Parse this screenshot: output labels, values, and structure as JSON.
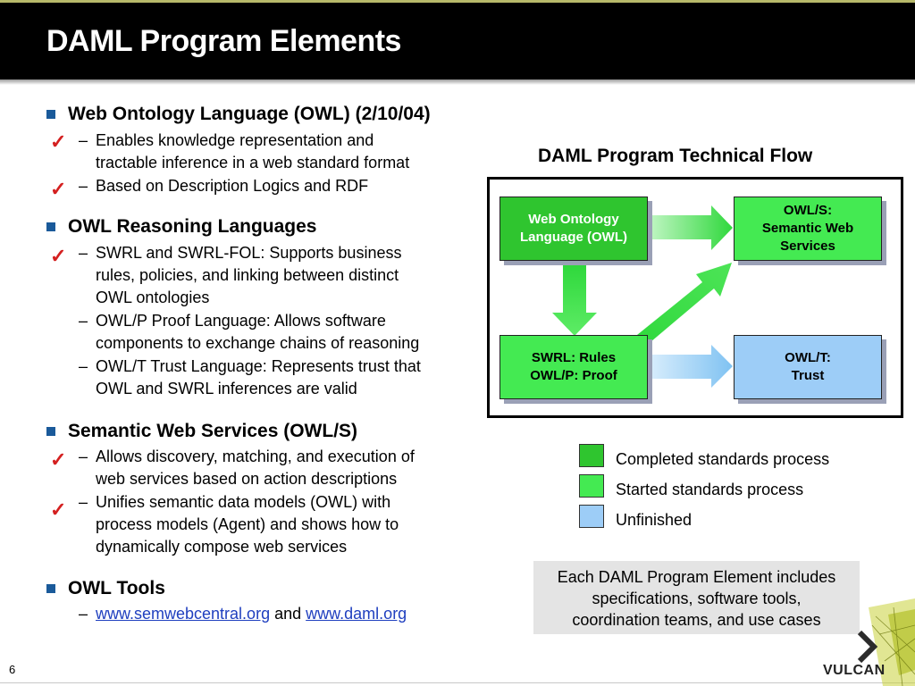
{
  "slide": {
    "title": "DAML Program Elements",
    "number": "6"
  },
  "bullets": [
    {
      "text": "Web Ontology Language (OWL)  (2/10/04)",
      "subs": [
        {
          "l1": "Enables knowledge representation and",
          "l2": "tractable inference in a web standard format",
          "checked": true
        },
        {
          "l1": "Based on Description Logics and RDF",
          "checked": true
        }
      ]
    },
    {
      "text": "OWL Reasoning Languages",
      "subs": [
        {
          "l1": "SWRL and SWRL-FOL: Supports business",
          "l2": "rules, policies, and linking between distinct",
          "l3": "OWL ontologies",
          "checked": true
        },
        {
          "l1": "OWL/P Proof Language:  Allows software",
          "l2": "components to exchange chains of reasoning",
          "checked": false
        },
        {
          "l1": "OWL/T Trust Language:  Represents trust that",
          "l2": "OWL and SWRL inferences are valid",
          "checked": false
        }
      ]
    },
    {
      "text": "Semantic Web Services (OWL/S)",
      "subs": [
        {
          "l1": "Allows discovery, matching, and execution of",
          "l2": "web services based on action descriptions",
          "checked": true
        },
        {
          "l1": "Unifies semantic data models (OWL) with",
          "l2": "process models (Agent) and shows how to",
          "l3": "dynamically compose web services",
          "checked": true
        }
      ]
    },
    {
      "text": "OWL Tools",
      "links": {
        "link1": "www.semwebcentral.org",
        "joiner": "and",
        "link2": "www.daml.org"
      }
    }
  ],
  "check_glyph": "✓",
  "diagram": {
    "title": "DAML Program Technical Flow",
    "nodes": {
      "owl": "Web Ontology\nLanguage (OWL)",
      "owls": "OWL/S:\nSemantic Web\nServices",
      "swrl": "SWRL: Rules\nOWL/P: Proof",
      "owlt": "OWL/T:\nTrust"
    }
  },
  "legend": [
    {
      "label": "Completed standards process",
      "color": "#2fc52f"
    },
    {
      "label": "Started standards process",
      "color": "#44ea52"
    },
    {
      "label": "Unfinished",
      "color": "#9dcdf7"
    }
  ],
  "note": "Each DAML Program Element includes\nspecifications, software tools,\ncoordination teams, and use cases",
  "logo": {
    "text": "VULCAN",
    "icon": "vulcan-logo-icon"
  },
  "colors": {
    "header_bg": "#000000",
    "bullet_square": "#1a5a9a",
    "check": "#d42020",
    "completed": "#2fc52f",
    "started": "#44ea52",
    "unfinished": "#9dcdf7",
    "note_bg": "#e4e4e4"
  }
}
